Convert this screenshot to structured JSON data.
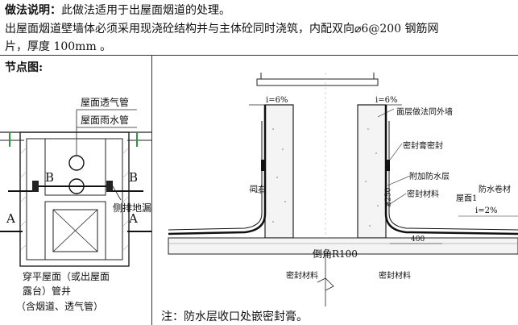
{
  "intro": {
    "label": "做法说明：",
    "text": "此做法适用于出屋面烟道的处理。",
    "line2": "出屋面烟道壁墙体必须采用现浇砼结构并与主体砼同时浇筑，内配双向",
    "rebar": "⌀6@200",
    "line2_end": "钢筋网",
    "line3": "片，厚度 100mm 。"
  },
  "node_title": "节点图:",
  "left_detail": {
    "vent_pipe": "屋面透气管",
    "rain_pipe": "屋面雨水管",
    "section_b": "B",
    "section_a": "A",
    "side_drain": "侧排地漏",
    "caption_line1": "穿平屋面（或出屋面",
    "caption_line2": "露台）管井",
    "caption_line3": "（含烟道、透气管）"
  },
  "right_detail": {
    "slope_left": "i=6%",
    "slope_right": "i=6%",
    "exterior_wall": "面层做法同外墙",
    "sealant": "密封膏密封",
    "extra_waterproof": "附加防水层",
    "same_right": "同右",
    "sealing_material_right": "密封材料",
    "roof_surface": "屋面",
    "roof_number": "1",
    "waterproof_roll": "防水卷材",
    "slope_roof": "i=2%",
    "fillet": "倒角R100",
    "dim_250": "≥250",
    "dim_400": "400",
    "sealing_bottom_left": "密封材料",
    "sealing_bottom_right": "密封材料"
  },
  "note": "注：防水层收口处嵌密封膏。"
}
